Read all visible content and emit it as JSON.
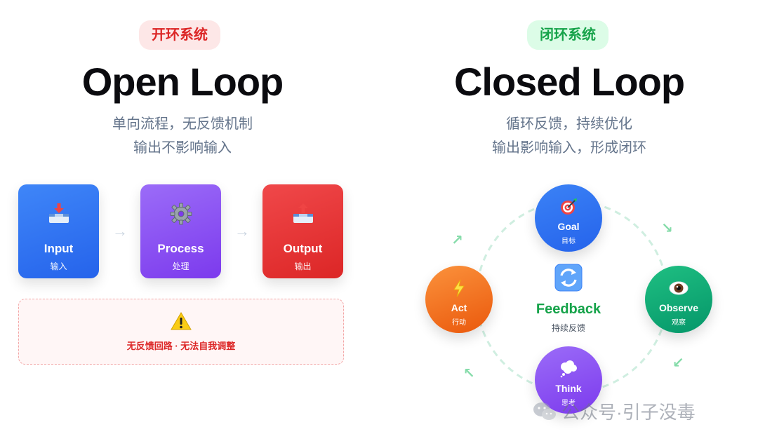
{
  "open_loop": {
    "badge": "开环系统",
    "title": "Open Loop",
    "subtitle_lines": [
      "单向流程，无反馈机制",
      "输出不影响输入"
    ],
    "steps": [
      {
        "label": "Input",
        "cn": "输入",
        "icon": "inbox-tray-icon",
        "color": "#3b82f6"
      },
      {
        "label": "Process",
        "cn": "处理",
        "icon": "gear-icon",
        "color": "#8b5cf6"
      },
      {
        "label": "Output",
        "cn": "输出",
        "icon": "outbox-tray-icon",
        "color": "#ef4444"
      }
    ],
    "arrow": "→",
    "warning_icon": "warning-icon",
    "warning_text": "无反馈回路 · 无法自我调整"
  },
  "closed_loop": {
    "badge": "闭环系统",
    "title": "Closed Loop",
    "subtitle_lines": [
      "循环反馈，持续优化",
      "输出影响输入，形成闭环"
    ],
    "center": {
      "label": "Feedback",
      "cn": "持续反馈",
      "icon": "cycle-arrows-icon"
    },
    "nodes": [
      {
        "label": "Goal",
        "cn": "目标",
        "icon": "target-icon",
        "color": "#2563eb"
      },
      {
        "label": "Observe",
        "cn": "观察",
        "icon": "eye-icon",
        "color": "#10b981"
      },
      {
        "label": "Think",
        "cn": "思考",
        "icon": "thought-bubble-icon",
        "color": "#8b5cf6"
      },
      {
        "label": "Act",
        "cn": "行动",
        "icon": "lightning-icon",
        "color": "#f97316"
      }
    ],
    "cycle_arrows": [
      "↘",
      "↙",
      "↖",
      "↗"
    ]
  },
  "watermark": {
    "text": "公众号·引子没毒"
  }
}
